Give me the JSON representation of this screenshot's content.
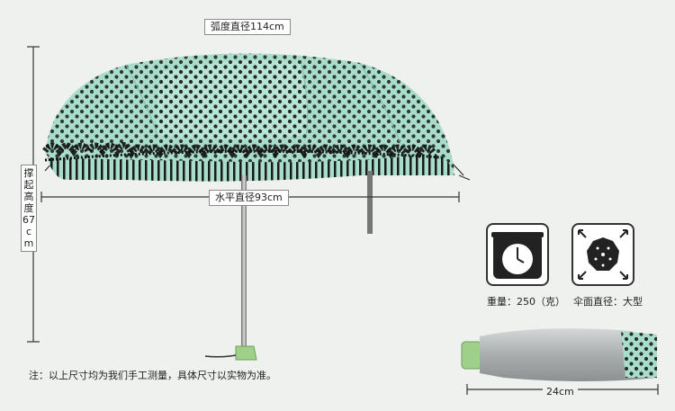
{
  "dimensions": {
    "arc_diameter": "弧度直径114cm",
    "horizontal_diameter": "水平直径93cm",
    "open_height": "撑起高度67cm",
    "folded_length": "24cm"
  },
  "specs": {
    "weight": "重量：250（克）",
    "canopy_diameter": "伞面直径：大型"
  },
  "footnote": "注：以上尺寸均为我们手工测量，具体尺寸以实物为准。",
  "colors": {
    "background": "#eef1ee",
    "canopy": "#a8dccb",
    "dots": "#1a1a1a",
    "lace": "#111111",
    "folded_silver": "#b9bcbc",
    "handle_green": "#9fd08a"
  },
  "icons": [
    "weight-scale-icon",
    "canopy-diameter-icon"
  ]
}
